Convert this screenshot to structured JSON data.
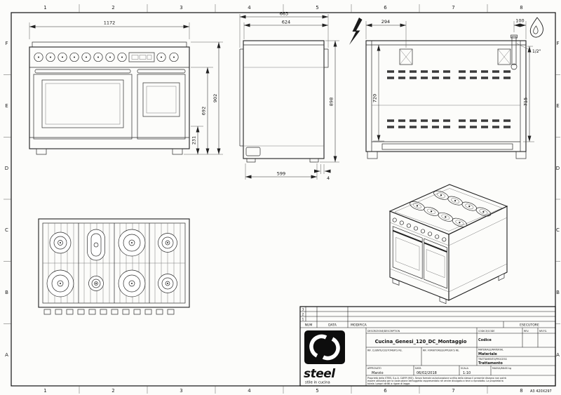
{
  "sheet": {
    "format": "A3 420X297",
    "zone_cols": [
      "1",
      "2",
      "3",
      "4",
      "5",
      "6",
      "7",
      "8"
    ],
    "zone_rows": [
      "F",
      "E",
      "D",
      "C",
      "B",
      "A"
    ]
  },
  "views": {
    "front": {
      "dim_width": "1172",
      "dim_height_total": "902",
      "dim_height_body": "692",
      "dim_height_plinth": "231"
    },
    "side": {
      "dim_depth_total": "663",
      "dim_depth_body": "624",
      "dim_height": "898",
      "dim_depth_base": "599",
      "dim_foot_gap": "4"
    },
    "back": {
      "dim_electric_offset": "294",
      "dim_gas_offset": "100",
      "dim_height_electric": "720",
      "dim_height_gas": "715",
      "gas_thread": "1/2\""
    }
  },
  "title_block": {
    "revision_rows": [
      "3",
      "2",
      "1"
    ],
    "col_num": "NUM",
    "col_data": "DATA",
    "col_modifica": "MODIFICA",
    "col_esecutore": "ESECUTORE",
    "descrizione_label": "DESCRIZIONE/DESCRIPTION",
    "codice_label": "CODICE/CODE",
    "rev_label": "REV.",
    "nrfg_label": "NR.FG.",
    "drawing_title": "Cucina_Genesi_120_DC_Montaggio",
    "codice_value": "Codice",
    "rif_cliente_label": "RIF. CLIENTE/CUSTOMER'S RE.",
    "rif_fornitore_label": "RIF. FORNITORE/SUPPLIER'S RE.",
    "materiale_label": "MATERIALE/MATERIAL",
    "materiale_value": "Materiale",
    "trattamento_label": "TRATTAMENTO/PROCESS",
    "trattamento_value": "Trattamento",
    "approvato_label": "APPROVATO",
    "data_label": "DATA",
    "scala_label": "SCALA",
    "massa_label": "MASSA/MASS kg",
    "approvato_value": "Marzio",
    "data_value": "06/02/2018",
    "scala_value": "1:10",
    "legal_lines": [
      "Proprietà della STEEL S.p.A. CARPI (MO). Senza formale autorizzazione scritta della stessa il presente disegno non potrà",
      "essere utilizzato per la costruzione dell'oggetto rappresentato né venire divulgato a terzi o riprodotto. La proprietaria",
      "tutela i propri diritti a rigore di legge."
    ],
    "logo_text": "steel",
    "logo_tagline": "stile in cucina"
  }
}
